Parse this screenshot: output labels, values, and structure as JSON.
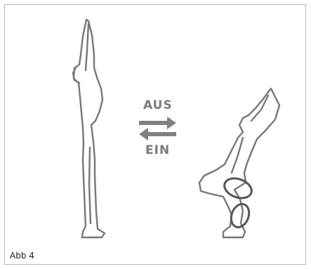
{
  "labels": {
    "exhale": "AUS",
    "inhale": "EIN"
  },
  "caption": "Abb 4",
  "colors": {
    "outline": "#777777",
    "arrow": "#808080",
    "highlight": "#555555",
    "border": "#b9b9b9"
  },
  "icons": {
    "arrow_right": "arrow-right-icon",
    "arrow_left": "arrow-left-icon"
  }
}
